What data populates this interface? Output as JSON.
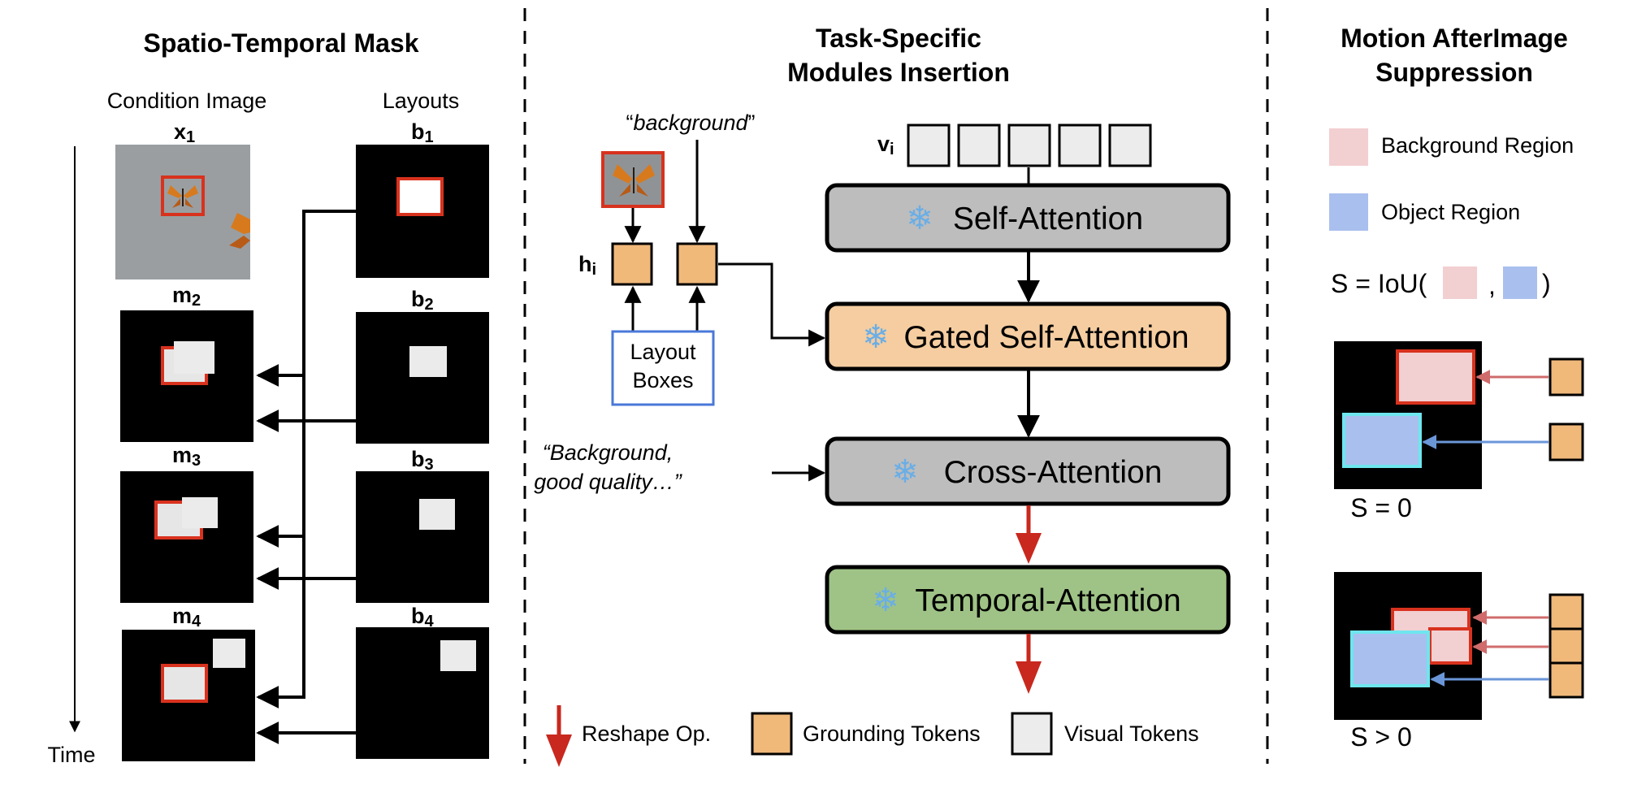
{
  "left": {
    "title": "Spatio-Temporal Mask",
    "condition_header": "Condition Image",
    "layouts_header": "Layouts",
    "frames": [
      {
        "mask_label": "x",
        "mask_sub": "1",
        "layout_label": "b",
        "layout_sub": "1"
      },
      {
        "mask_label": "m",
        "mask_sub": "2",
        "layout_label": "b",
        "layout_sub": "2"
      },
      {
        "mask_label": "m",
        "mask_sub": "3",
        "layout_label": "b",
        "layout_sub": "3"
      },
      {
        "mask_label": "m",
        "mask_sub": "4",
        "layout_label": "b",
        "layout_sub": "4"
      }
    ],
    "time_label": "Time"
  },
  "middle": {
    "title_line1": "Task-Specific",
    "title_line2": "Modules Insertion",
    "bg_prompt": "background",
    "quote_open": "“",
    "quote_close": "”",
    "h_label": "h",
    "h_sub": "i",
    "v_label": "v",
    "v_sub": "i",
    "layout_boxes_line1": "Layout",
    "layout_boxes_line2": "Boxes",
    "caption_line1": "“Background,",
    "caption_line2": "good quality…”",
    "blocks": {
      "self_attention": "Self-Attention",
      "gated_self_attention": "Gated Self-Attention",
      "cross_attention": "Cross-Attention",
      "temporal_attention": "Temporal-Attention"
    },
    "snowflake": "❄",
    "legend": {
      "reshape": "Reshape Op.",
      "grounding": "Grounding Tokens",
      "visual": "Visual Tokens"
    }
  },
  "right": {
    "title_line1": "Motion AfterImage",
    "title_line2": "Suppression",
    "legend_bg": "Background Region",
    "legend_obj": "Object Region",
    "formula_prefix": "S = IoU(",
    "formula_comma": ",",
    "formula_suffix": ")",
    "case1": "S = 0",
    "case2": "S > 0"
  },
  "colors": {
    "orange_token": "#f0b97a",
    "gray_block": "#bdbdbd",
    "orange_block": "#f5cda0",
    "green_block": "#9fc386",
    "red_arrow": "#c8281e",
    "bg_region": "#f2cfd1",
    "obj_region": "#a9bfee",
    "layout_box_border": "#4a78d8",
    "cyan_border": "#6ee6ee",
    "red_border": "#d8321e"
  }
}
